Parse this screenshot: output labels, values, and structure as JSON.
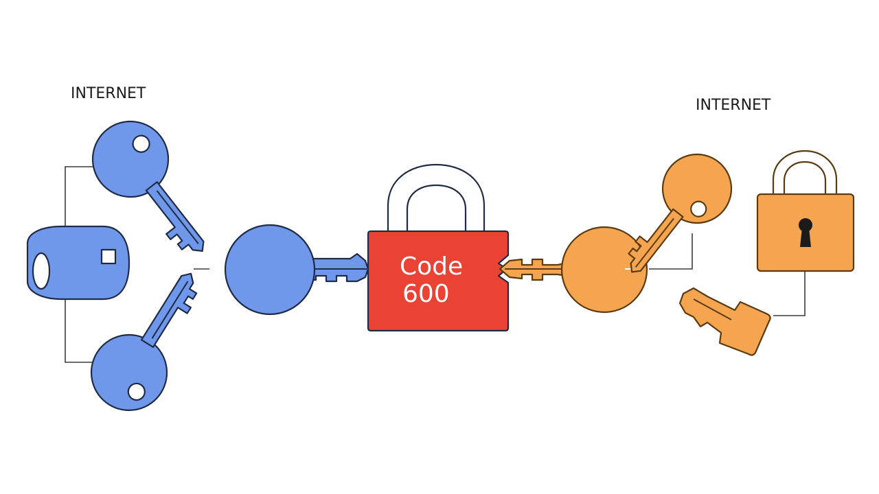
{
  "labels": {
    "left_title": "INTERNET",
    "right_title": "INTERNET"
  },
  "center_lock": {
    "line1": "Code",
    "line2": "600"
  },
  "colors": {
    "blue_key": "#6f97ea",
    "orange_key": "#f5a550",
    "red_lock": "#ea4335",
    "orange_lock": "#f5a550",
    "line": "#3a3a3a"
  }
}
